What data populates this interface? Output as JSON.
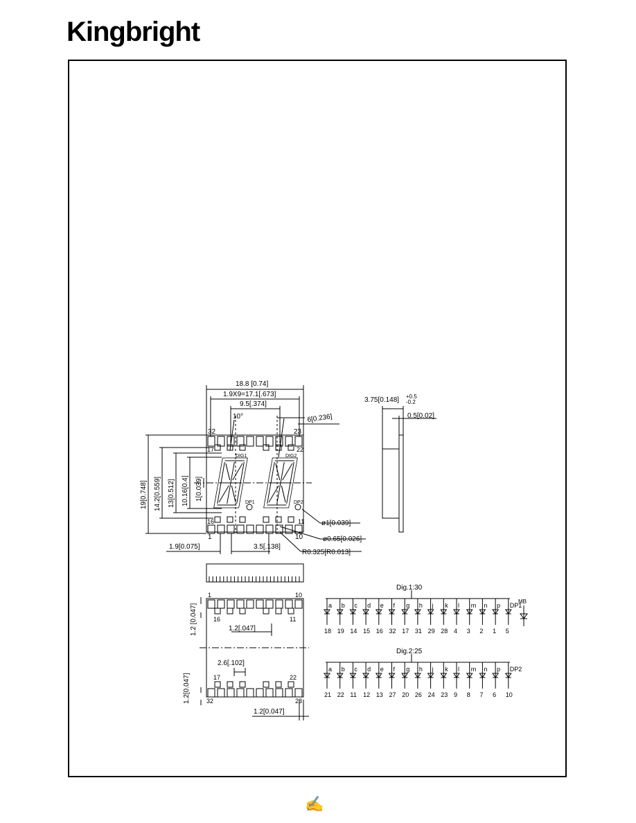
{
  "brand": {
    "logo_text": "Kingbright"
  },
  "drawing": {
    "top_view": {
      "overall_width": "18.8  [0.74]",
      "pin_span": "1.9X9=17.1[.673]",
      "digit_pitch": "9.5[.374]",
      "slant": "10°",
      "digit_height": "6[0.236]",
      "pin_32": "32",
      "pin_23": "23",
      "pin_17": "17",
      "pin_22": "22",
      "pin_16": "16",
      "pin_11": "11",
      "pin_1": "1",
      "pin_10": "10",
      "dig1": "DIG1",
      "dig2": "DIG2",
      "dp1": "DP1",
      "dp2": "DP2",
      "height_19": "19[0.748]",
      "height_142": "14.2[0.559]",
      "height_13": "13[0.512]",
      "height_1016": "10.16[0.4]",
      "gap_1": "1[0.039]",
      "hole_1": "ø1[0.039]",
      "hole_065": "ø0.65[0.026]",
      "radius": "R0.325[R0.013]",
      "pitch_19": "1.9[0.075]",
      "pitch_35": "3.5[.138]"
    },
    "side_view": {
      "depth": "3.75[0.148]",
      "tol_plus": "+0.5",
      "tol_minus": "-0.2",
      "lead": "0.5[0.02]"
    },
    "bottom_view": {
      "pin_1": "1",
      "pin_10": "10",
      "pin_16": "16",
      "pin_11": "11",
      "pin_17": "17",
      "pin_22": "22",
      "pin_32": "32",
      "pin_23": "23",
      "pad_12a": "1.2[.047]",
      "pad_26": "2.6[.102]",
      "pad_12b": "1.2[0.047]",
      "pad_12v1": "1.2 [0.047]",
      "pad_12v2": "1.2[0.047]"
    },
    "circuit": {
      "dig1_title": "Dig.1:30",
      "dig2_title": "Dig.2:25",
      "mb_label": "MB",
      "segments": [
        "a",
        "b",
        "c",
        "d",
        "e",
        "f",
        "g",
        "h",
        "j",
        "k",
        "l",
        "m",
        "n",
        "p"
      ],
      "dp1": "DP1",
      "dp2": "DP2",
      "dig1_pins": [
        "18",
        "19",
        "14",
        "15",
        "16",
        "32",
        "17",
        "31",
        "29",
        "28",
        "4",
        "3",
        "2",
        "1",
        "5"
      ],
      "dig2_pins": [
        "21",
        "22",
        "11",
        "12",
        "13",
        "27",
        "20",
        "26",
        "24",
        "23",
        "9",
        "8",
        "7",
        "6",
        "10"
      ]
    }
  },
  "footer": {
    "mark": "✍"
  }
}
